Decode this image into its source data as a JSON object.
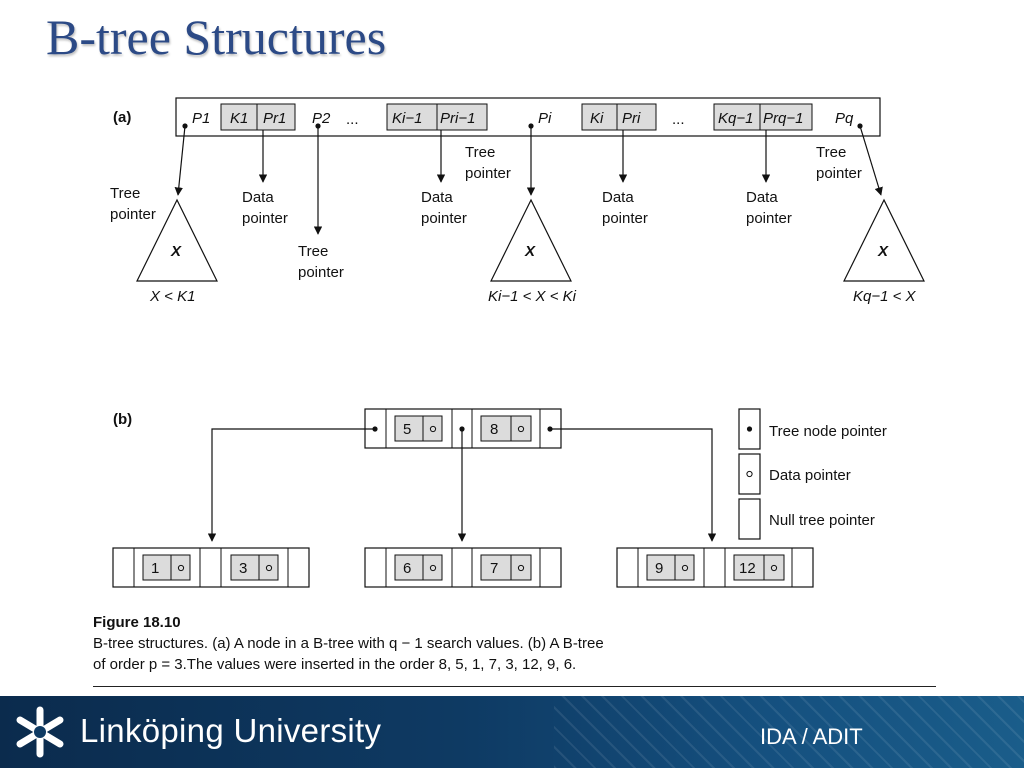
{
  "title": "B-tree Structures",
  "panel_a": {
    "label": "(a)",
    "node_fields": [
      "P1",
      "K1",
      "Pr1",
      "P2",
      "...",
      "Ki−1",
      "Pri−1",
      "Pi",
      "Ki",
      "Pri",
      "...",
      "Kq−1",
      "Prq−1",
      "Pq"
    ],
    "tree_pointer_lines": [
      "Tree",
      "pointer"
    ],
    "data_pointer_lines": [
      "Data",
      "pointer"
    ],
    "subtree_symbol": "X",
    "conditions": [
      "X < K1",
      "Ki−1 < X < Ki",
      "Kq−1 < X"
    ]
  },
  "panel_b": {
    "label": "(b)",
    "root": [
      "5",
      "8"
    ],
    "leaves": [
      [
        "1",
        "3"
      ],
      [
        "6",
        "7"
      ],
      [
        "9",
        "12"
      ]
    ],
    "legend": {
      "tree_node_pointer": "Tree node pointer",
      "data_pointer": "Data pointer",
      "null_tree_pointer": "Null tree pointer"
    }
  },
  "caption": {
    "figure": "Figure 18.10",
    "line1": "B-tree structures. (a) A node in a B-tree with q − 1 search values. (b) A B-tree",
    "line2": "of order p = 3.The values were inserted in the order 8, 5, 1, 7, 3, 12, 9, 6."
  },
  "footer": {
    "university": "Linköping University",
    "department": "IDA / ADIT"
  },
  "colors": {
    "title": "#2c4a86",
    "key_cell": "#dcdcdc",
    "footer": "#0e3a63"
  }
}
